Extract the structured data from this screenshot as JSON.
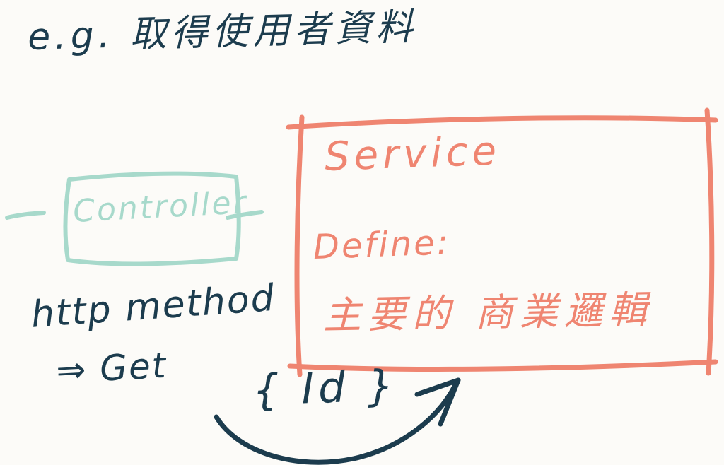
{
  "title": "e.g. 取得使用者資料",
  "controller": {
    "label": "Controller"
  },
  "service": {
    "title": "Service",
    "define": "Define:",
    "logic": "主要的 商業邏輯"
  },
  "http_note": {
    "line1": "http method",
    "line2": "⇒ Get"
  },
  "id_param": "{ Id }",
  "colors": {
    "navy": "#1c3c4e",
    "teal": "#a7d9cb",
    "coral": "#ef8571",
    "paper": "#fcfbf8"
  }
}
